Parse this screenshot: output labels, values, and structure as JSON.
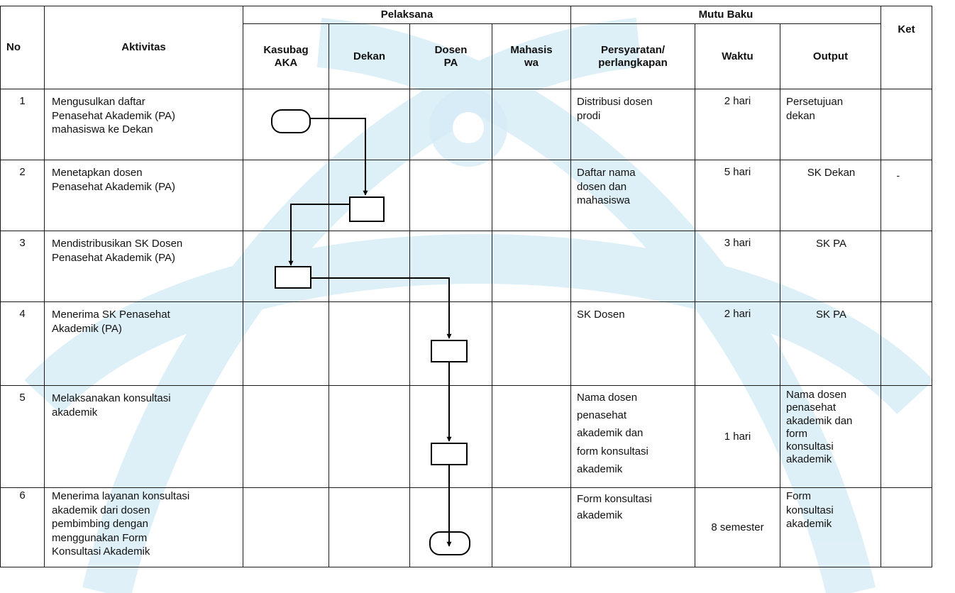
{
  "headers": {
    "no": "No",
    "aktivitas": "Aktivitas",
    "pelaksana": "Pelaksana",
    "mutu_baku": "Mutu Baku",
    "ket": "Ket",
    "kasubag_l1": "Kasubag",
    "kasubag_l2": "AKA",
    "dekan": "Dekan",
    "dosen_l1": "Dosen",
    "dosen_l2": "PA",
    "mahasiswa_l1": "Mahasis",
    "mahasiswa_l2": "wa",
    "persyaratan_l1": "Persyaratan/",
    "persyaratan_l2": "perlangkapan",
    "waktu": "Waktu",
    "output": "Output"
  },
  "rows": [
    {
      "no": "1",
      "aktivitas": [
        "Mengusulkan daftar",
        "Penasehat Akademik (PA)",
        "mahasiswa ke Dekan"
      ],
      "persyaratan": [
        "Distribusi dosen",
        "prodi"
      ],
      "waktu": "2 hari",
      "output": [
        "Persetujuan",
        "dekan"
      ],
      "ket": ""
    },
    {
      "no": "2",
      "aktivitas": [
        "Menetapkan dosen",
        "Penasehat Akademik (PA)"
      ],
      "persyaratan": [
        "Daftar nama",
        "dosen dan",
        "mahasiswa"
      ],
      "waktu": "5 hari",
      "output": [
        "SK Dekan"
      ],
      "ket": "-"
    },
    {
      "no": "3",
      "aktivitas": [
        "Mendistribusikan SK Dosen",
        "Penasehat Akademik  (PA)"
      ],
      "persyaratan": [],
      "waktu": "3 hari",
      "output": [
        "SK PA"
      ],
      "ket": ""
    },
    {
      "no": "4",
      "aktivitas": [
        "Menerima SK Penasehat",
        "Akademik (PA)"
      ],
      "persyaratan": [
        "SK Dosen"
      ],
      "waktu": "2 hari",
      "output": [
        "SK PA"
      ],
      "ket": ""
    },
    {
      "no": "5",
      "aktivitas": [
        "Melaksanakan konsultasi",
        "akademik"
      ],
      "persyaratan": [
        "Nama dosen",
        "penasehat",
        "akademik dan",
        "form konsultasi",
        "akademik"
      ],
      "waktu": "1 hari",
      "output": [
        "Nama dosen",
        "penasehat",
        "akademik dan",
        "form",
        "konsultasi",
        "akademik"
      ],
      "ket": ""
    },
    {
      "no": "6",
      "aktivitas": [
        "Menerima layanan konsultasi",
        "akademik dari dosen",
        "pembimbing dengan",
        "menggunakan Form",
        "Konsultasi Akademik"
      ],
      "persyaratan": [
        "Form konsultasi",
        "akademik"
      ],
      "waktu": "8 semester",
      "output": [
        "Form",
        "konsultasi",
        "akademik"
      ],
      "ket": ""
    }
  ],
  "flowchart": {
    "steps": [
      {
        "row": 1,
        "lane": "Kasubag AKA",
        "shape": "terminator"
      },
      {
        "row": 2,
        "lane": "Dekan",
        "shape": "process"
      },
      {
        "row": 3,
        "lane": "Kasubag AKA",
        "shape": "process"
      },
      {
        "row": 4,
        "lane": "Dosen PA",
        "shape": "process"
      },
      {
        "row": 5,
        "lane": "Dosen PA",
        "shape": "process"
      },
      {
        "row": 6,
        "lane": "Dosen PA",
        "shape": "terminator"
      }
    ]
  },
  "colors": {
    "watermark": "#cfe8f3",
    "lines": "#000000"
  }
}
